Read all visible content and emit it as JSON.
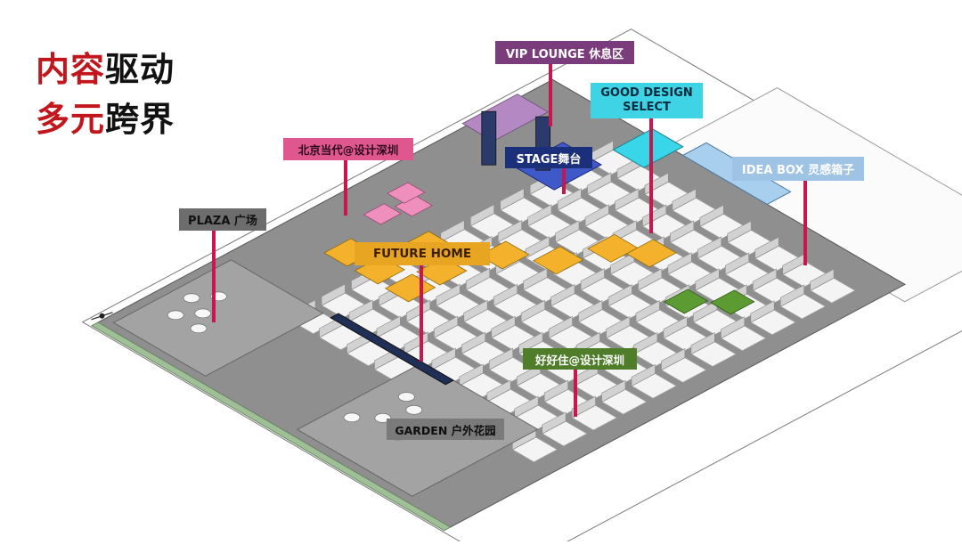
{
  "headline": {
    "line1": {
      "highlight": "内容",
      "rest": "驱动"
    },
    "line2": {
      "highlight": "多元",
      "rest": "跨界"
    }
  },
  "zones": [
    {
      "id": "vip-lounge",
      "label": "VIP LOUNGE 休息区",
      "bg": "#7b3c7b",
      "fg": "#ffffff"
    },
    {
      "id": "good-design-select",
      "label_line1": "GOOD DESIGN",
      "label_line2": "SELECT",
      "bg": "#3fd3e6",
      "fg": "#0b2a3d"
    },
    {
      "id": "beijing-dangdai",
      "label": "北京当代@设计深圳",
      "bg": "#e0578f",
      "fg": "#2b0b1b"
    },
    {
      "id": "stage",
      "label": "STAGE舞台",
      "bg": "#1c2f7a",
      "fg": "#ffffff"
    },
    {
      "id": "idea-box",
      "label": "IDEA BOX 灵感箱子",
      "bg": "#9ec3e4",
      "fg": "#ffffff"
    },
    {
      "id": "plaza",
      "label": "PLAZA 广场",
      "bg": "#6d6d6d",
      "fg": "#111111"
    },
    {
      "id": "future-home",
      "label": "FUTURE HOME",
      "bg": "#e8a521",
      "fg": "#3a1f05"
    },
    {
      "id": "haohaozhu",
      "label": "好好住@设计深圳",
      "bg": "#4f7d2a",
      "fg": "#ffffff"
    },
    {
      "id": "garden",
      "label": "GARDEN 户外花园",
      "bg": "#7a7a7a",
      "fg": "#0e0e0e"
    }
  ],
  "colors": {
    "floor": "#8f8f8f",
    "booth_wall": "#d2d2d2",
    "pole": "#c8174f",
    "future_home_fill": "#f3b12c",
    "beijing_fill": "#ee8fbd",
    "vip_fill": "#b488c2",
    "stage_fill": "#3f59c9",
    "good_design_fill": "#38d6e8",
    "idea_box_fill": "#a9cfee",
    "haohaozhu_fill": "#5c9a32",
    "green_strip": "#9fbf96"
  }
}
